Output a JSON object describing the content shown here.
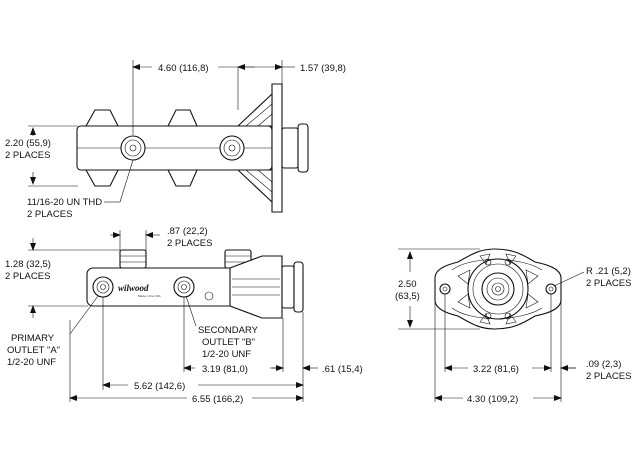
{
  "top_view": {
    "dim_4_60": "4.60 (116,8)",
    "dim_1_57": "1.57 (39,8)",
    "dim_2_20_a": "2.20 (55,9)",
    "dim_2_20_b": "2 PLACES",
    "thread_a": "11/16-20 UN THD",
    "thread_b": "2 PLACES"
  },
  "side_view": {
    "dim_87_a": ".87 (22,2)",
    "dim_87_b": "2 PLACES",
    "dim_1_28_a": "1.28 (32,5)",
    "dim_1_28_b": "2 PLACES",
    "logo": "wilwood",
    "logo_sub": "Made in the USA",
    "primary_a": "PRIMARY",
    "primary_b": "OUTLET \"A\"",
    "primary_c": "1/2-20 UNF",
    "secondary_a": "SECONDARY",
    "secondary_b": "OUTLET \"B\"",
    "secondary_c": "1/2-20 UNF",
    "dim_3_19": "3.19 (81,0)",
    "dim_61": ".61 (15,4)",
    "dim_5_62": "5.62 (142,6)",
    "dim_6_55": "6.55 (166,2)"
  },
  "end_view": {
    "dim_2_50_a": "2.50",
    "dim_2_50_b": "(63,5)",
    "radius_a": "R .21 (5,2)",
    "radius_b": "2 PLACES",
    "dim_3_22": "3.22 (81,6)",
    "dim_09_a": ".09 (2,3)",
    "dim_09_b": "2 PLACES",
    "dim_4_30": "4.30 (109,2)"
  }
}
